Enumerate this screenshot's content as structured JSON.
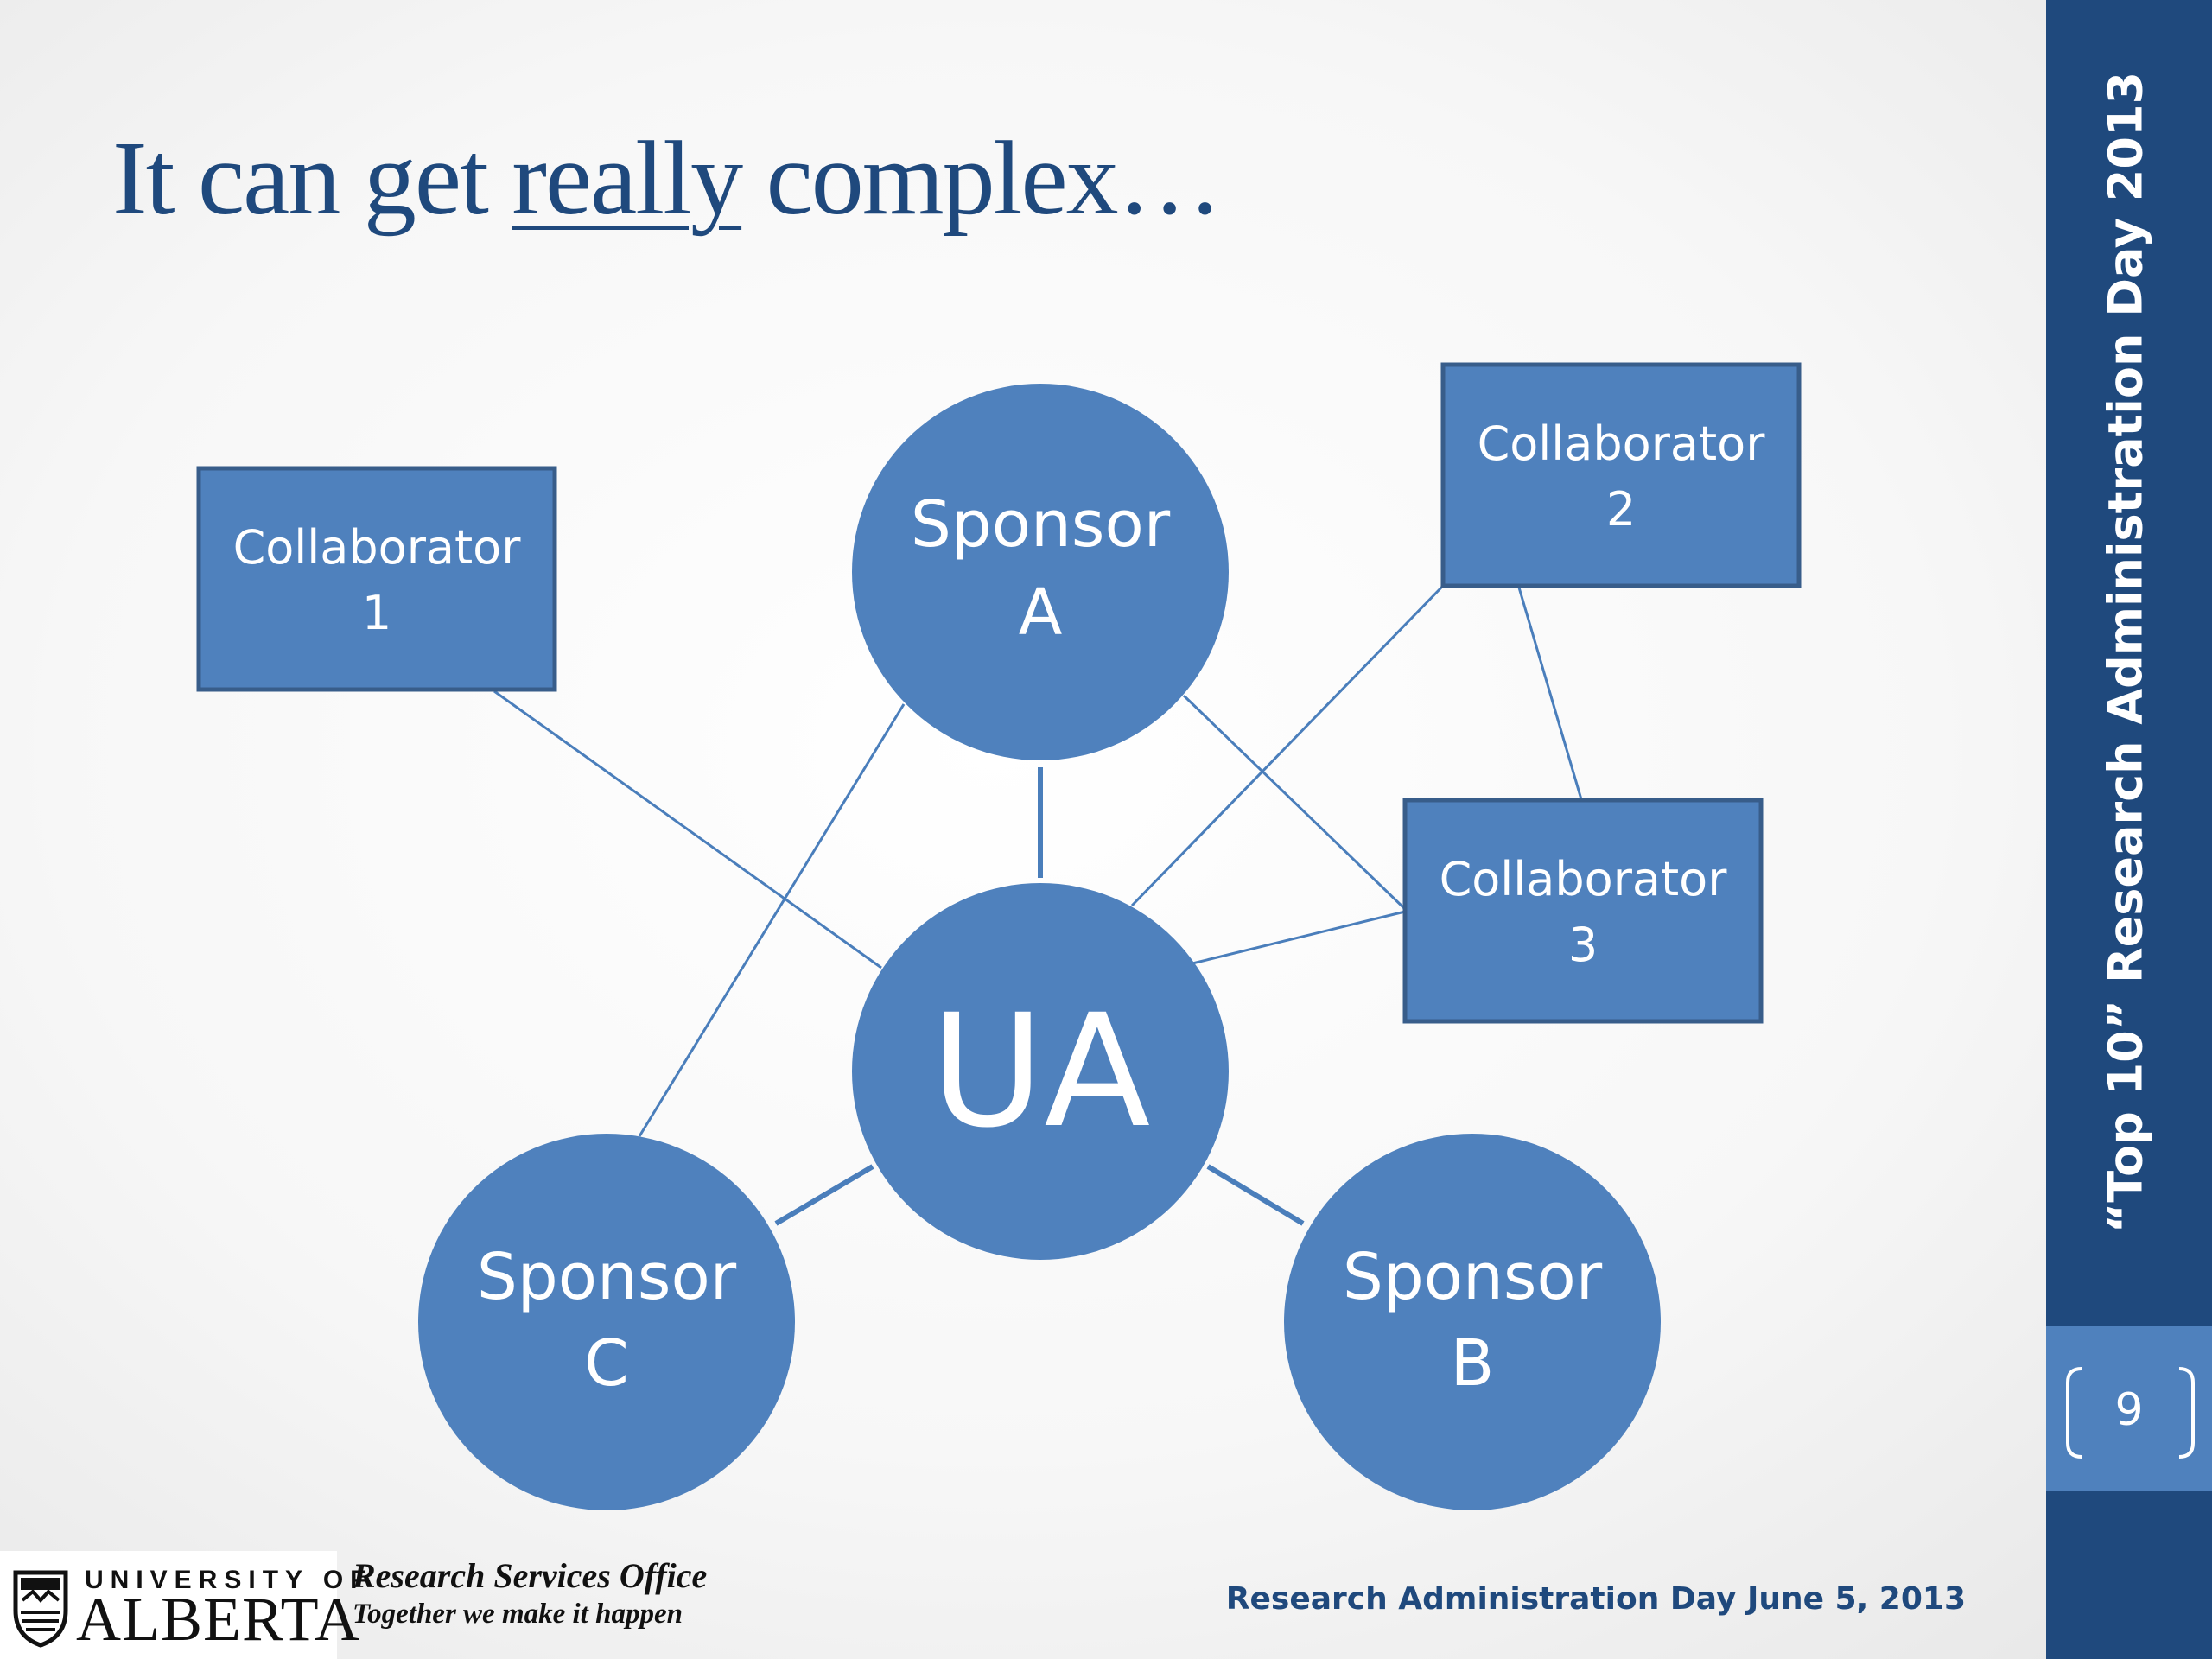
{
  "title": {
    "before": "It can get ",
    "emphasis": "really",
    "after": " complex…"
  },
  "sidebar": {
    "event": "“Top 10” Research Administration Day 2013",
    "page_number": "9"
  },
  "diagram": {
    "center": {
      "label": "UA"
    },
    "sponsors": [
      {
        "line1": "Sponsor",
        "line2": "A"
      },
      {
        "line1": "Sponsor",
        "line2": "B"
      },
      {
        "line1": "Sponsor",
        "line2": "C"
      }
    ],
    "collaborators": [
      {
        "line1": "Collaborator",
        "line2": "1"
      },
      {
        "line1": "Collaborator",
        "line2": "2"
      },
      {
        "line1": "Collaborator",
        "line2": "3"
      }
    ],
    "colors": {
      "fill": "#4f81bd",
      "stroke": "#385d8a",
      "connector": "#4a7ebb"
    }
  },
  "footer": {
    "university_top": "UNIVERSITY OF",
    "university_main": "ALBERTA",
    "office": "Research Services Office",
    "tagline": "Together we make it happen",
    "date_line": "Research Administration Day June 5, 2013"
  }
}
